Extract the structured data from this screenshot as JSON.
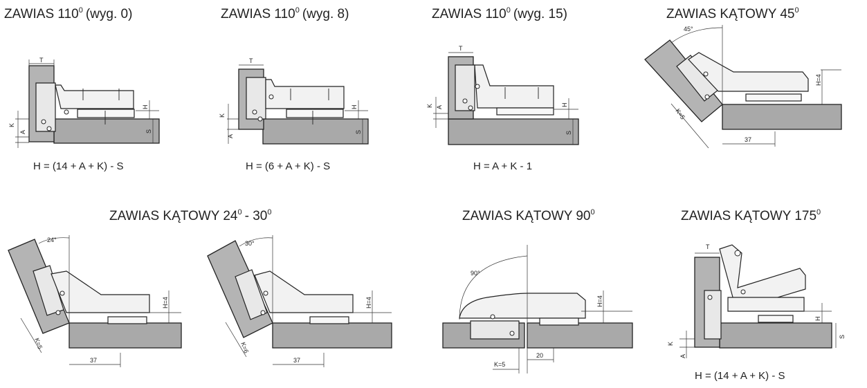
{
  "titles": {
    "t1": "ZAWIAS 110",
    "t1_sup": "0",
    "t1_tail": "(wyg. 0)",
    "t2": "ZAWIAS 110",
    "t2_sup": "0",
    "t2_tail": "(wyg. 8)",
    "t3": "ZAWIAS 110",
    "t3_sup": "0",
    "t3_tail": "(wyg. 15)",
    "t4": "ZAWIAS KĄTOWY 45",
    "t4_sup": "0",
    "t5": "ZAWIAS KĄTOWY 24",
    "t5_sup": "0",
    "t5_mid": "- 30",
    "t5_sup2": "0",
    "t6": "ZAWIAS KĄTOWY 90",
    "t6_sup": "0",
    "t7": "ZAWIAS KĄTOWY 175",
    "t7_sup": "0"
  },
  "formulas": {
    "f1": "H = (14 + A + K) - S",
    "f2": "H = (6 + A + K) - S",
    "f3": "H = A + K - 1",
    "f7": "H = (14 + A + K) - S"
  },
  "dims": {
    "T": "T",
    "K": "K",
    "A": "A",
    "H": "H",
    "S": "S",
    "H4": "H=4",
    "K5": "K=5",
    "K6": "K=6",
    "d37": "37",
    "d20": "20",
    "a45": "45°",
    "a24": "24°",
    "a30": "30°",
    "a90": "90°"
  },
  "colors": {
    "panel": "#a9a9a9",
    "ink": "#222222"
  }
}
